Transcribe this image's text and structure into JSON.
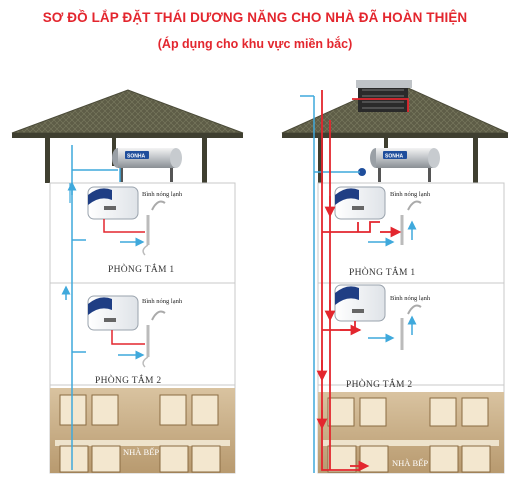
{
  "header": {
    "title": "SƠ ĐỒ LẮP ĐẶT THÁI DƯƠNG NĂNG CHO NHÀ ĐÃ HOÀN THIỆN",
    "subtitle": "(Áp dụng cho khu vực miền bắc)"
  },
  "left_house": {
    "tank_brand": "SONHA",
    "heater_label_1": "Bình nóng lạnh",
    "heater_label_2": "Bình nóng lạnh",
    "room_1": "PHÒNG TẮM 1",
    "room_2": "PHÒNG TẮM 2",
    "kitchen": "NHÀ BẾP"
  },
  "right_house": {
    "tank_brand": "SONHA",
    "heater_label_1": "Bình nóng lạnh",
    "heater_label_2": "Bình nóng lạnh",
    "room_1": "PHÒNG TẮM 1",
    "room_2": "PHÒNG TẮM 2",
    "kitchen": "NHÀ BẾP"
  },
  "colors": {
    "title": "#e3262e",
    "hot_pipe": "#e3262e",
    "cold_pipe": "#3fa9dc",
    "roof": "#6b6b52",
    "wall_line": "#c8c8c8"
  }
}
